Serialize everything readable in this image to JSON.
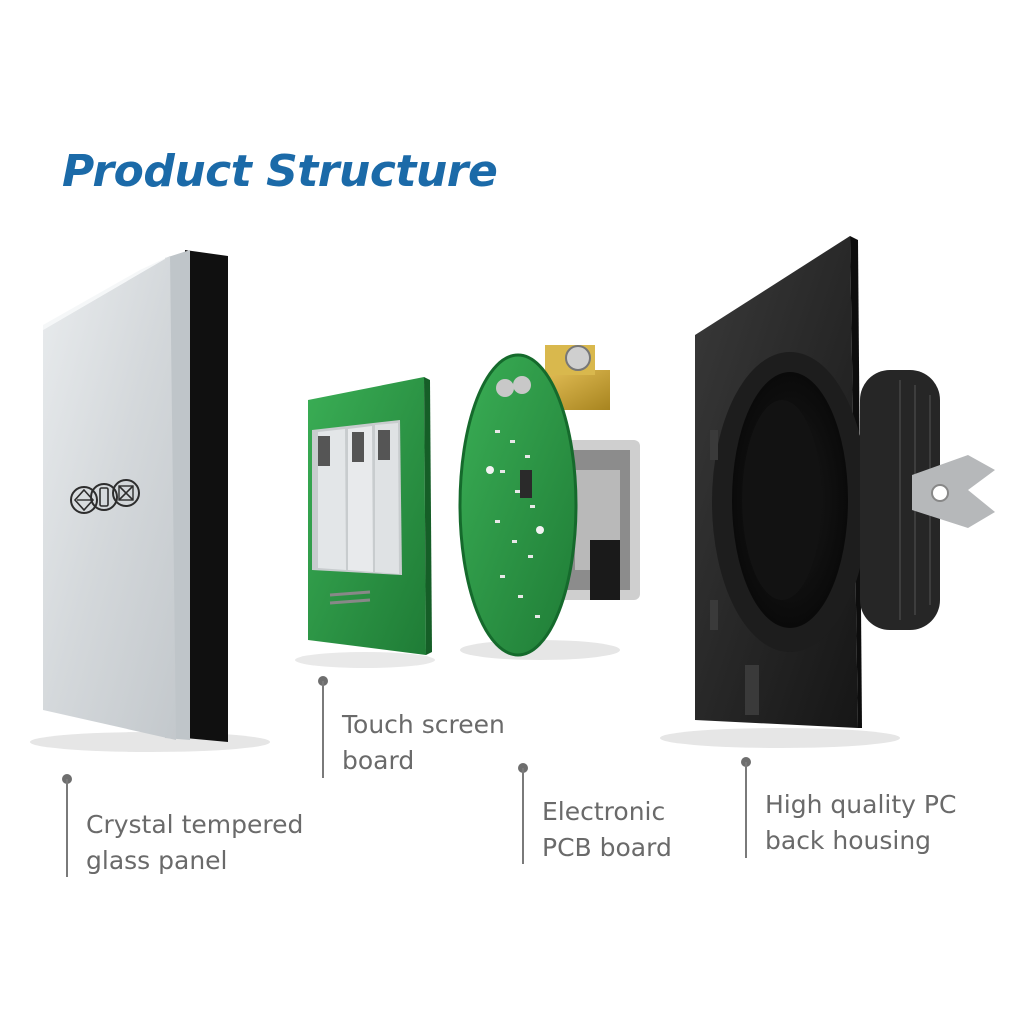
{
  "title": "Product Structure",
  "colors": {
    "title": "#1b6aa8",
    "label_text": "#6a6a6a",
    "callout_line": "#7a7a7a",
    "pcb_green": "#2f9a48",
    "glass_panel": "#d7dadc",
    "housing": "#262626"
  },
  "callouts": [
    {
      "id": "glass",
      "line1": "Crystal tempered",
      "line2": "glass panel"
    },
    {
      "id": "touch",
      "line1": "Touch screen",
      "line2": "board"
    },
    {
      "id": "pcb",
      "line1": "Electronic",
      "line2": "PCB board"
    },
    {
      "id": "housing",
      "line1": "High quality PC",
      "line2": "back housing"
    }
  ],
  "components": [
    {
      "name": "glass-panel",
      "icons": [
        "up-arrow-icon",
        "stop-icon",
        "close-icon"
      ]
    },
    {
      "name": "touch-screen-board"
    },
    {
      "name": "pcb-board"
    },
    {
      "name": "back-housing"
    }
  ]
}
